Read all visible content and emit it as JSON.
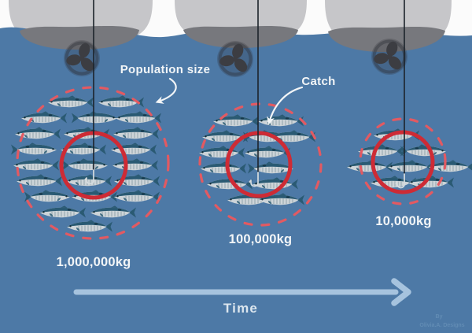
{
  "diagram": {
    "annotations": {
      "population_size": "Population size",
      "catch": "Catch"
    },
    "time_axis_label": "Time",
    "stages": [
      {
        "biomass": "1,000,000kg",
        "fish_count": 23,
        "population_circle_radius": 96,
        "catch_circle_radius": 41
      },
      {
        "biomass": "100,000kg",
        "fish_count": 13,
        "population_circle_radius": 77,
        "catch_circle_radius": 40
      },
      {
        "biomass": "10,000kg",
        "fish_count": 8,
        "population_circle_radius": 54,
        "catch_circle_radius": 38
      }
    ],
    "credit": {
      "line1": "By",
      "line2": "Olivia.A. Designs"
    },
    "colors": {
      "ocean": "#4d79a6",
      "sky": "#fbfbfb",
      "hull_above_water": "#c6c6c9",
      "hull_below_water": "#77787d",
      "propeller": "#3c3d42",
      "fishing_line": "#1c232b",
      "hook": "#d6dcdf",
      "population_circle": "#e25a62",
      "catch_circle": "#ce2b35",
      "fish_back": "#2a5a73",
      "fish_body": "#cdd4d8",
      "annotation_text": "#f2f5f7",
      "time_arrow": "#a6c3de"
    }
  }
}
